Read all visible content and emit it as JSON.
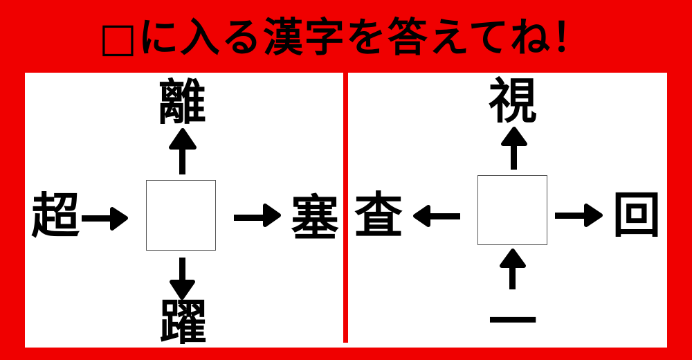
{
  "title": "□に入る漢字を答えてね！",
  "puzzle_left": {
    "top": "離",
    "left": "超",
    "right": "塞",
    "bottom": "躍"
  },
  "puzzle_right": {
    "top": "視",
    "left": "査",
    "right": "回",
    "bottom": "一"
  },
  "colors": {
    "background": "#f00000",
    "panel": "#ffffff",
    "text": "#000000"
  }
}
